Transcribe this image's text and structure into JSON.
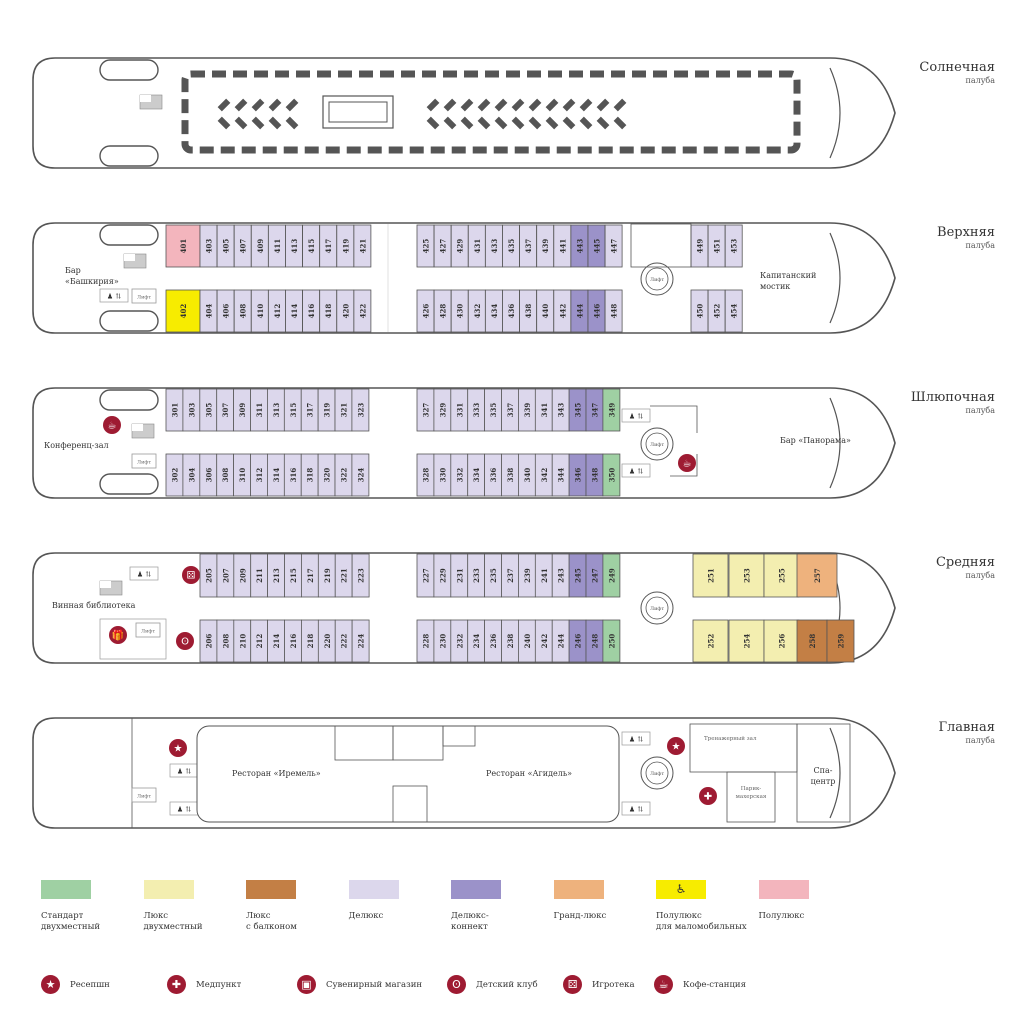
{
  "decks": [
    {
      "name": "Солнечная",
      "sub": "палуба"
    },
    {
      "name": "Верхняя",
      "sub": "палуба"
    },
    {
      "name": "Шлюпочная",
      "sub": "палуба"
    },
    {
      "name": "Средняя",
      "sub": "палуба"
    },
    {
      "name": "Главная",
      "sub": "палуба"
    }
  ],
  "colors": {
    "standard": "#9fd0a3",
    "lux": "#f3eeb0",
    "lux_balcony": "#c37f45",
    "deluxe": "#dcd7ec",
    "deluxe_connect": "#9b92c9",
    "grand_lux": "#eeb27d",
    "semilux_accessible": "#f7ec00",
    "semilux": "#f3b5bd",
    "service_icon": "#9e1b32",
    "outline": "#555555"
  },
  "cabins": {
    "upper_top": [
      "401",
      "403",
      "405",
      "407",
      "409",
      "411",
      "413",
      "415",
      "417",
      "419",
      "421",
      "425",
      "427",
      "429",
      "431",
      "433",
      "435",
      "437",
      "439",
      "441",
      "443",
      "445",
      "447",
      "449",
      "451",
      "453"
    ],
    "upper_bottom": [
      "402",
      "404",
      "406",
      "408",
      "410",
      "412",
      "414",
      "416",
      "418",
      "420",
      "422",
      "426",
      "428",
      "430",
      "432",
      "434",
      "436",
      "438",
      "440",
      "442",
      "444",
      "446",
      "448",
      "450",
      "452",
      "454"
    ],
    "boat_top": [
      "301",
      "303",
      "305",
      "307",
      "309",
      "311",
      "313",
      "315",
      "317",
      "319",
      "321",
      "323",
      "327",
      "329",
      "331",
      "333",
      "335",
      "337",
      "339",
      "341",
      "343",
      "345",
      "347",
      "349"
    ],
    "boat_bottom": [
      "302",
      "304",
      "306",
      "308",
      "310",
      "312",
      "314",
      "316",
      "318",
      "320",
      "322",
      "324",
      "328",
      "330",
      "332",
      "334",
      "336",
      "338",
      "340",
      "342",
      "344",
      "346",
      "348",
      "350"
    ],
    "middle_top": [
      "205",
      "207",
      "209",
      "211",
      "213",
      "215",
      "217",
      "219",
      "221",
      "223",
      "227",
      "229",
      "231",
      "233",
      "235",
      "237",
      "239",
      "241",
      "243",
      "245",
      "247",
      "249",
      "251",
      "253",
      "255",
      "257"
    ],
    "middle_bottom": [
      "206",
      "208",
      "210",
      "212",
      "214",
      "216",
      "218",
      "220",
      "222",
      "224",
      "228",
      "230",
      "232",
      "234",
      "236",
      "238",
      "240",
      "242",
      "244",
      "246",
      "248",
      "250",
      "252",
      "254",
      "256",
      "258",
      "259"
    ]
  },
  "places": {
    "bar_bashkiria": [
      "Бар",
      "«Башкирия»"
    ],
    "captain_bridge": [
      "Капитанский",
      "мостик"
    ],
    "conference": "Конференц-зал",
    "bar_panorama": "Бар «Панорама»",
    "wine_library": "Винная библиотека",
    "restaurant_iremel": "Ресторан «Иремель»",
    "restaurant_agidel": "Ресторан «Агидель»",
    "gym": "Тренажерный зал",
    "barber": [
      "Парик-",
      "махерская"
    ],
    "spa": [
      "Спа-",
      "центр"
    ],
    "lift": "Лифт"
  },
  "legend": [
    {
      "key": "standard",
      "lines": [
        "Стандарт",
        "двухместный"
      ]
    },
    {
      "key": "lux",
      "lines": [
        "Люкс",
        "двухместный"
      ]
    },
    {
      "key": "lux_balcony",
      "lines": [
        "Люкс",
        "с балконом"
      ]
    },
    {
      "key": "deluxe",
      "lines": [
        "Делюкс"
      ]
    },
    {
      "key": "deluxe_connect",
      "lines": [
        "Делюкс-",
        "коннект"
      ]
    },
    {
      "key": "grand_lux",
      "lines": [
        "Гранд-люкс"
      ]
    },
    {
      "key": "semilux_accessible",
      "lines": [
        "Полулюкс",
        "для маломобильных"
      ],
      "icon": "wheelchair-icon"
    },
    {
      "key": "semilux",
      "lines": [
        "Полулюкс"
      ]
    }
  ],
  "services": [
    {
      "label": "Ресепшн",
      "icon": "star-icon"
    },
    {
      "label": "Медпункт",
      "icon": "cross-icon"
    },
    {
      "label": "Сувенирный магазин",
      "icon": "gift-icon"
    },
    {
      "label": "Детский клуб",
      "icon": "teddy-icon"
    },
    {
      "label": "Игротека",
      "icon": "dice-icon"
    },
    {
      "label": "Кофе-станция",
      "icon": "coffee-icon"
    }
  ]
}
